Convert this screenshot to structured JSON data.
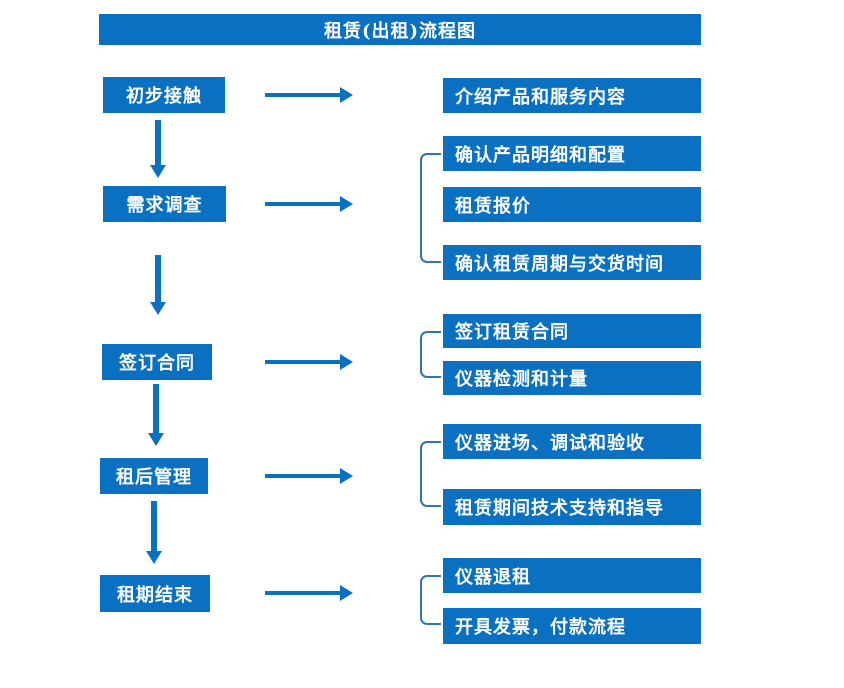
{
  "title": "租赁(出租)流程图",
  "colors": {
    "primary": "#0a70c1",
    "connector": "#2e75b6",
    "text": "#ffffff",
    "background": "#ffffff"
  },
  "steps": [
    "初步接触",
    "需求调查",
    "签订合同",
    "租后管理",
    "租期结束"
  ],
  "details": [
    [
      "介绍产品和服务内容"
    ],
    [
      "确认产品明细和配置",
      "租赁报价",
      "确认租赁周期与交货时间"
    ],
    [
      "签订租赁合同",
      "仪器检测和计量"
    ],
    [
      "仪器进场、调试和验收",
      "租赁期间技术支持和指导"
    ],
    [
      "仪器退租",
      "开具发票，付款流程"
    ]
  ]
}
